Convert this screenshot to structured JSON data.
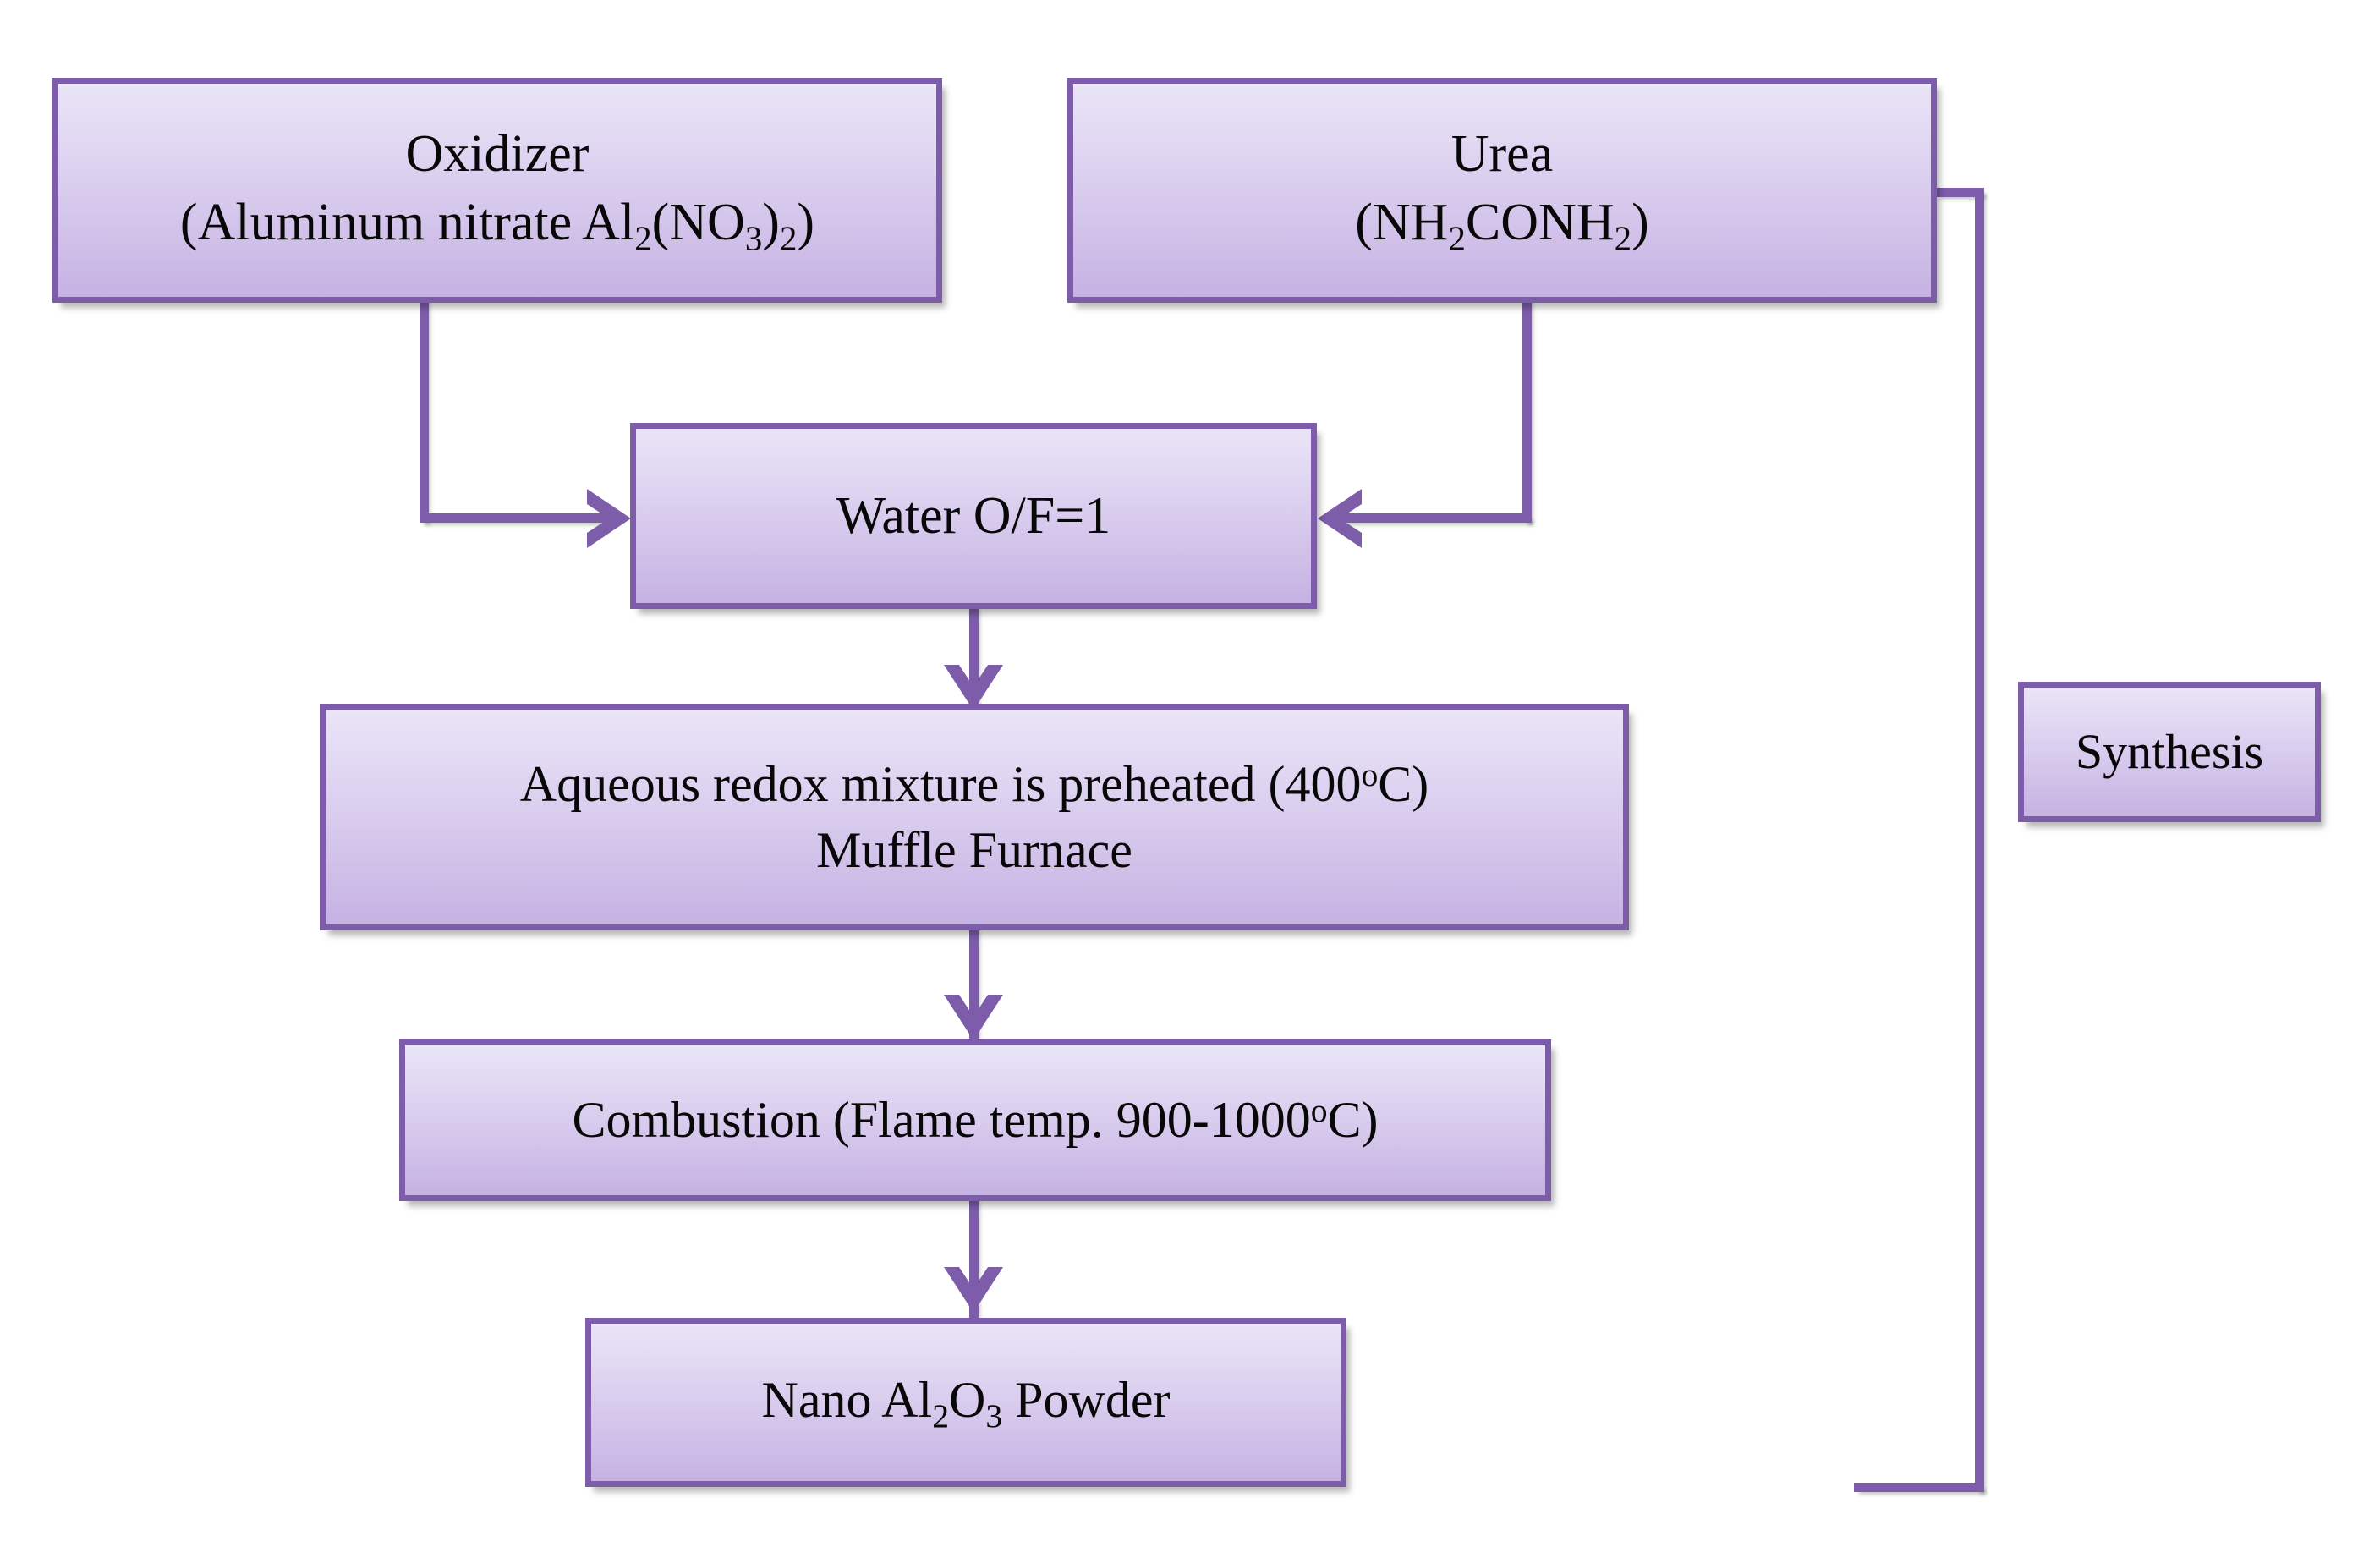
{
  "diagram": {
    "title": "Solution combustion synthesis flowchart for Nano Al2O3 powder",
    "accent_color": "#7d5da9",
    "node_fill_top": "#eae4f7",
    "node_fill_bottom": "#c6b2e3",
    "text_color": "#080808",
    "background": "#ffffff"
  },
  "nodes": {
    "oxidizer": {
      "line1": "Oxidizer",
      "line2_pre": "(Aluminum nitrate Al",
      "line2_sub1": "2",
      "line2_mid": "(NO",
      "line2_sub2": "3",
      "line2_close": ")",
      "line2_sub3": "2",
      "line2_end": ")"
    },
    "urea": {
      "line1": "Urea",
      "line2_pre": "(NH",
      "line2_sub1": "2",
      "line2_mid": "CONH",
      "line2_sub2": "2",
      "line2_end": ")"
    },
    "water": {
      "line1": "Water  O/F=1"
    },
    "preheat": {
      "line1_pre": "Aqueous redox mixture is preheated (400",
      "line1_sup": "o",
      "line1_end": "C)",
      "line2": "Muffle Furnace"
    },
    "combustion": {
      "line1_pre": "Combustion (Flame temp. 900-1000",
      "line1_sup": "o",
      "line1_end": "C)"
    },
    "powder": {
      "line1_pre": "Nano Al",
      "line1_sub1": "2",
      "line1_mid": "O",
      "line1_sub2": "3",
      "line1_end": " Powder"
    },
    "synthesis": {
      "label": "Synthesis"
    }
  },
  "edges": [
    {
      "name": "oxidizer-to-water",
      "from": "oxidizer",
      "to": "water",
      "style": "elbow-down-right",
      "arrow": "right"
    },
    {
      "name": "urea-to-water",
      "from": "urea",
      "to": "water",
      "style": "elbow-down-left",
      "arrow": "left"
    },
    {
      "name": "water-to-preheat",
      "from": "water",
      "to": "preheat",
      "style": "straight-down",
      "arrow": "down"
    },
    {
      "name": "preheat-to-combustion",
      "from": "preheat",
      "to": "combustion",
      "style": "straight-down",
      "arrow": "down"
    },
    {
      "name": "combustion-to-powder",
      "from": "combustion",
      "to": "powder",
      "style": "straight-down",
      "arrow": "down"
    },
    {
      "name": "synthesis-bracket",
      "from": "urea",
      "to": "powder",
      "style": "bracket-right",
      "arrow": "none",
      "label": "Synthesis"
    }
  ]
}
